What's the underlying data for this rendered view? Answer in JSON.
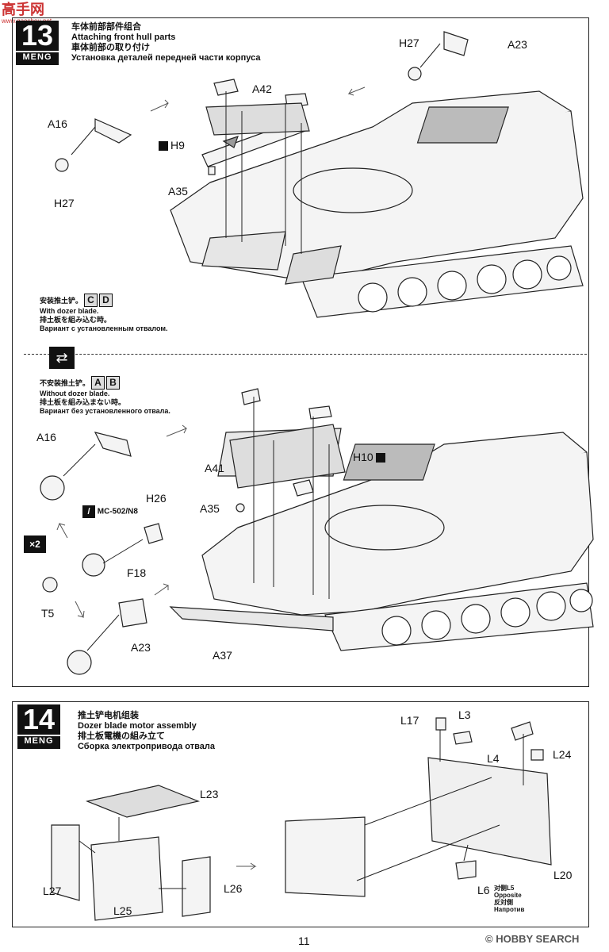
{
  "watermark_top": {
    "site": "高手网",
    "url": "www.gaoshou.net"
  },
  "step13": {
    "number": "13",
    "brand": "MENG",
    "title_zh": "车体前部部件组合",
    "title_en": "Attaching front hull parts",
    "title_ja": "車体前部の取り付け",
    "title_ru": "Установка деталей передней части корпуса",
    "option_with": {
      "zh": "安装推土铲。",
      "en": "With dozer blade.",
      "ja": "排土板を組み込む時。",
      "ru": "Вариант с установленным отвалом.",
      "badges": [
        "C",
        "D"
      ]
    },
    "option_without": {
      "zh": "不安装推土铲。",
      "en": "Without dozer blade.",
      "ja": "排土板を組み込まない時。",
      "ru": "Вариант без установленного отвала.",
      "badges": [
        "A",
        "B"
      ]
    },
    "labels_top": [
      "H27",
      "A23",
      "A42",
      "A16",
      "H9",
      "A35",
      "H27"
    ],
    "labels_bottom": [
      "A16",
      "A41",
      "H10",
      "A35",
      "H26",
      "F18",
      "T5",
      "A23",
      "A37"
    ],
    "paint": "MC-502/N8",
    "multiplier": "×2"
  },
  "step14": {
    "number": "14",
    "brand": "MENG",
    "title_zh": "推土铲电机组装",
    "title_en": "Dozer blade motor assembly",
    "title_ja": "排土板電機の組み立て",
    "title_ru": "Сборка электропривода отвала",
    "labels": [
      "L23",
      "L27",
      "L25",
      "L26",
      "L17",
      "L3",
      "L4",
      "L24",
      "L20",
      "L6"
    ],
    "opposite": {
      "zh": "对侧L5",
      "en": "Opposite",
      "ja": "反対側",
      "ru": "Напротив"
    }
  },
  "footer": {
    "page": "11",
    "watermark": "HOBBY SEARCH",
    "copyright": "©"
  }
}
